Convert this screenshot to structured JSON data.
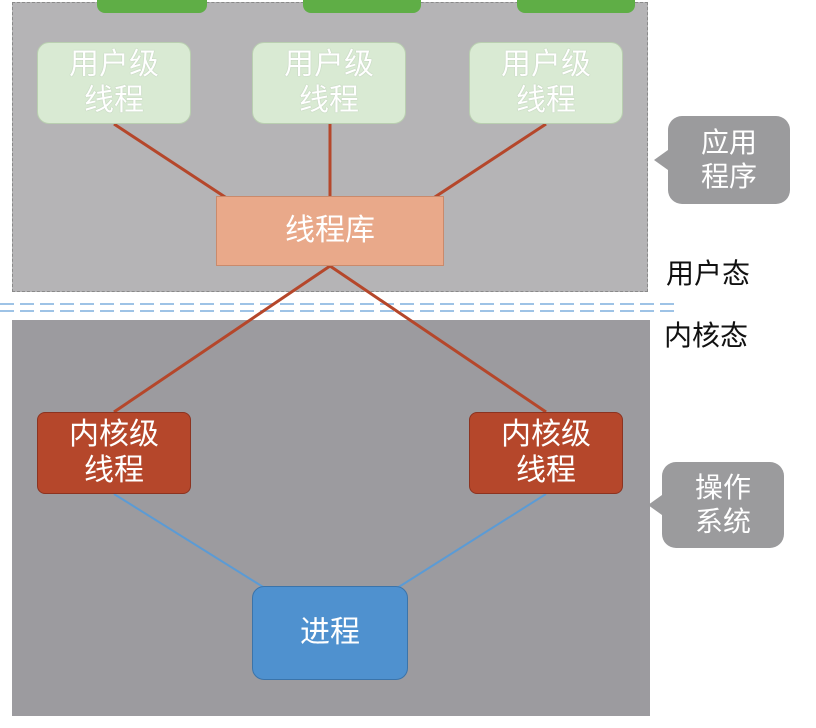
{
  "user_threads": [
    {
      "line1": "用户级",
      "line2": "线程"
    },
    {
      "line1": "用户级",
      "line2": "线程"
    },
    {
      "line1": "用户级",
      "line2": "线程"
    }
  ],
  "thread_library": "线程库",
  "kernel_threads": [
    {
      "line1": "内核级",
      "line2": "线程"
    },
    {
      "line1": "内核级",
      "line2": "线程"
    }
  ],
  "process": "进程",
  "callouts": {
    "application": {
      "line1": "应用",
      "line2": "程序"
    },
    "operating_system": {
      "line1": "操作",
      "line2": "系统"
    }
  },
  "modes": {
    "user_mode": "用户态",
    "kernel_mode": "内核态"
  },
  "colors": {
    "user_region": "#b5b4b6",
    "kernel_region": "#9c9b9f",
    "user_thread": "#d9ead3",
    "thread_library": "#e9a98a",
    "kernel_thread": "#b5472b",
    "process": "#4f91cf",
    "mapping_line": "#b5472b",
    "kernel_link_line": "#5b9bd5"
  }
}
